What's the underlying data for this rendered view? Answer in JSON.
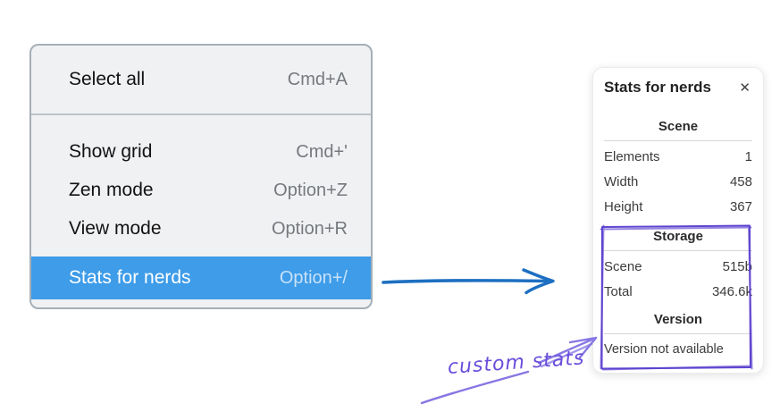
{
  "menu": {
    "items": [
      {
        "label": "Select all",
        "shortcut": "Cmd+A"
      },
      {
        "label": "Show grid",
        "shortcut": "Cmd+'"
      },
      {
        "label": "Zen mode",
        "shortcut": "Option+Z"
      },
      {
        "label": "View mode",
        "shortcut": "Option+R"
      },
      {
        "label": "Stats for nerds",
        "shortcut": "Option+/",
        "highlighted": true
      }
    ]
  },
  "stats_panel": {
    "title": "Stats for nerds",
    "close_glyph": "✕",
    "sections": [
      {
        "title": "Scene",
        "rows": [
          {
            "label": "Elements",
            "value": "1"
          },
          {
            "label": "Width",
            "value": "458"
          },
          {
            "label": "Height",
            "value": "367"
          }
        ]
      },
      {
        "title": "Storage",
        "rows": [
          {
            "label": "Scene",
            "value": "515b"
          },
          {
            "label": "Total",
            "value": "346.6k"
          }
        ]
      },
      {
        "title": "Version",
        "note": "Version not available"
      }
    ]
  },
  "annotation": {
    "label": "custom stats"
  },
  "colors": {
    "menu_highlight": "#3e9ce9",
    "arrow_blue": "#1d6fc1",
    "violet_box": "#5e44cf",
    "violet_arrow": "#8677e3",
    "violet_text": "#6a4ddb"
  }
}
